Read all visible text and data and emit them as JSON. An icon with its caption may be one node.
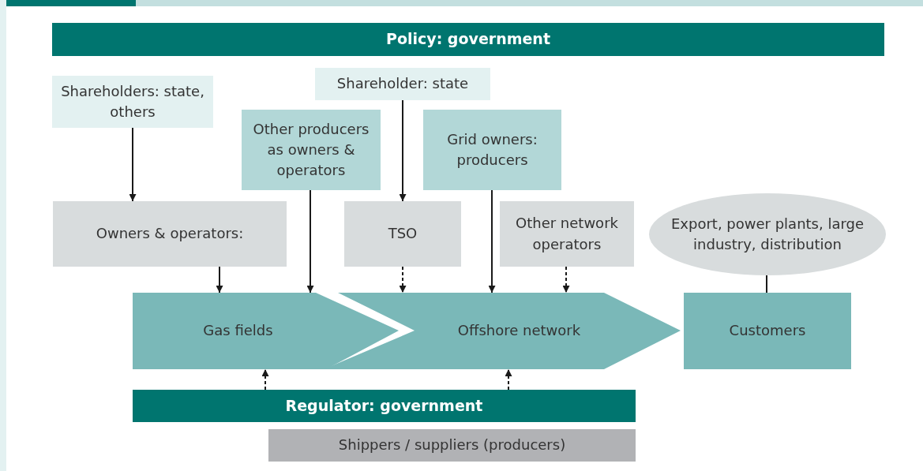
{
  "diagram": {
    "nodes": [
      {
        "text": [
          "Policy: government"
        ]
      },
      {
        "text": [
          "Shareholders: state, others"
        ]
      },
      {
        "text": [
          "Shareholder: state"
        ]
      },
      {
        "text": [
          "Other producers as owners & operators"
        ]
      },
      {
        "text": [
          "Grid owners: producers"
        ]
      },
      {
        "text": [
          "Owners & operators:"
        ]
      },
      {
        "text": [
          "TSO"
        ]
      },
      {
        "text": [
          "Other network operators"
        ]
      },
      {
        "text": [
          "Export, power plants, large industry, distribution"
        ]
      },
      {
        "text": [
          "Gas fields"
        ]
      },
      {
        "text": [
          "Offshore network"
        ]
      },
      {
        "text": [
          "Customers"
        ]
      },
      {
        "text": [
          "Regulator: government"
        ]
      },
      {
        "text": [
          "Shippers / suppliers (producers)"
        ]
      }
    ],
    "edges": [
      {
        "from": 1,
        "to": 5,
        "arrow": "to"
      },
      {
        "from": 2,
        "to": 6,
        "arrow": "to"
      },
      {
        "from": 5,
        "to": 9,
        "arrow": "to"
      },
      {
        "from": 3,
        "to": 9,
        "arrow": "to"
      },
      {
        "from": 6,
        "to": 10,
        "arrow": "to",
        "style": "dashed"
      },
      {
        "from": 4,
        "to": 10,
        "arrow": "to"
      },
      {
        "from": 7,
        "to": 10,
        "arrow": "to",
        "style": "dashed"
      },
      {
        "from": 8,
        "to": 11,
        "arrow": "none"
      },
      {
        "from": 12,
        "to": 9,
        "arrow": "to",
        "style": "dashed"
      },
      {
        "from": 12,
        "to": 10,
        "arrow": "to",
        "style": "dashed"
      }
    ]
  }
}
